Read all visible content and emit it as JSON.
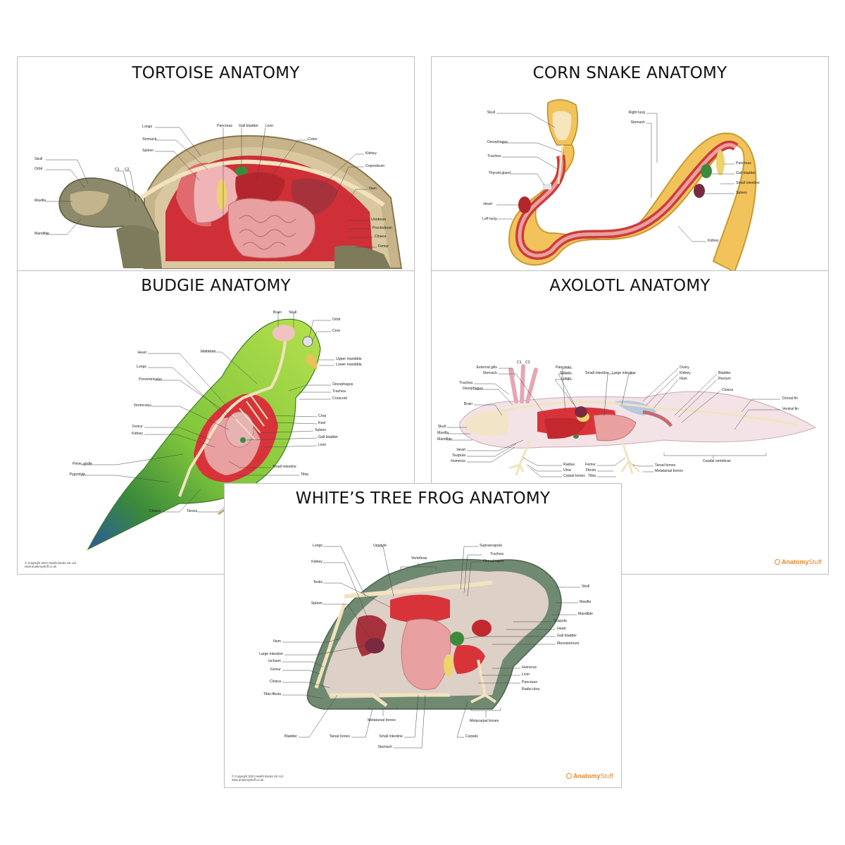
{
  "posters": {
    "tortoise": {
      "title": "TORTOISE ANATOMY",
      "labels": [
        "Lungs",
        "Stomach",
        "Spleen",
        "Pancreas",
        "Gall bladder",
        "Liver",
        "Colon",
        "Kidney",
        "Coprodeum",
        "Ilium",
        "Skull",
        "Orbit",
        "C1",
        "C2",
        "Maxilla",
        "Mandible",
        "Urodeum",
        "Proctodeum",
        "Cloaca",
        "Femur"
      ]
    },
    "snake": {
      "title": "CORN SNAKE ANATOMY",
      "labels": [
        "Skull",
        "Oesophagus",
        "Trachea",
        "Thyroid gland",
        "Heart",
        "Left lung",
        "Right lung",
        "Stomach",
        "Pancreas",
        "Gall bladder",
        "Small intestine",
        "Spleen",
        "Kidney"
      ]
    },
    "budgie": {
      "title": "BUDGIE ANATOMY",
      "labels": [
        "Brain",
        "Skull",
        "Orbit",
        "Cere",
        "Heart",
        "Humerus",
        "Lungs",
        "Upper mandible",
        "Lower mandible",
        "Proventriculus",
        "Oesophagus",
        "Trachea",
        "Coracoid",
        "Ventriculus",
        "Crop",
        "Keel",
        "Femur",
        "Spleen",
        "Kidney",
        "Gall bladder",
        "Liver",
        "Pelvic girdle",
        "Small intestine",
        "Pygostyle",
        "Tibia",
        "Cloaca",
        "Tarsus"
      ],
      "copyright": [
        "© Copyright 2023 Health Books UK Ltd.",
        "www.anatomystuff.co.uk"
      ]
    },
    "axolotl": {
      "title": "AXOLOTL ANATOMY",
      "labels": [
        "C1",
        "C2",
        "External gills",
        "Stomach",
        "Trachea",
        "Oesophagus",
        "Pancreas",
        "Spleen",
        "Lungs",
        "Small intestine",
        "Large intestine",
        "Ovary",
        "Kidney",
        "Ilium",
        "Bladder",
        "Rectum",
        "Cloaca",
        "Dorsal fin",
        "Ventral fin",
        "Brain",
        "Skull",
        "Maxilla",
        "Mandible",
        "Heart",
        "Scapula",
        "Humerus",
        "Radius",
        "Ulna",
        "Carpal bones",
        "Femur",
        "Fibula",
        "Tibia",
        "Tarsal bones",
        "Metatarsal bones",
        "Caudal vertebrae"
      ],
      "brand": {
        "name_bold": "Anatomy",
        "name_light": "Stuff"
      }
    },
    "frog": {
      "title": "WHITE’S TREE FROG ANATOMY",
      "labels": [
        "Lungs",
        "Urostyle",
        "Suprascapula",
        "Kidney",
        "Vertebrae",
        "Trachea",
        "Oesophagus",
        "Testis",
        "Skull",
        "Spleen",
        "Maxilla",
        "Mandible",
        "Scapula",
        "Ilium",
        "Heart",
        "Gall bladder",
        "Large intestine",
        "Mesosternum",
        "Ischium",
        "Femur",
        "Humerus",
        "Liver",
        "Cloaca",
        "Pancreas",
        "Radio-ulna",
        "Tibio-fibula",
        "Metatarsal bones",
        "Metacarpal bones",
        "Bladder",
        "Tarsal bones",
        "Small intestine",
        "Carpals",
        "Stomach"
      ],
      "copyright": [
        "© Copyright 2023 Health Books UK Ltd.",
        "www.anatomystuff.co.uk"
      ],
      "brand": {
        "name_bold": "Anatomy",
        "name_light": "Stuff"
      }
    }
  },
  "colors": {
    "organ_red": "#d9333a",
    "intestine_pink": "#e8a0a0",
    "bone": "#f1e3bf",
    "tortoise_shell": "#c8b48a",
    "tortoise_skin": "#8c8a6a",
    "snake_yellow": "#f2c35a",
    "budgie_green": "#8cd23a",
    "budgie_blue": "#2a6aa8",
    "frog_green": "#5f7a60",
    "axolotl_pale": "#f3e3e6",
    "brand_orange": "#e48a2a",
    "gall_green": "#3c8a3c"
  }
}
